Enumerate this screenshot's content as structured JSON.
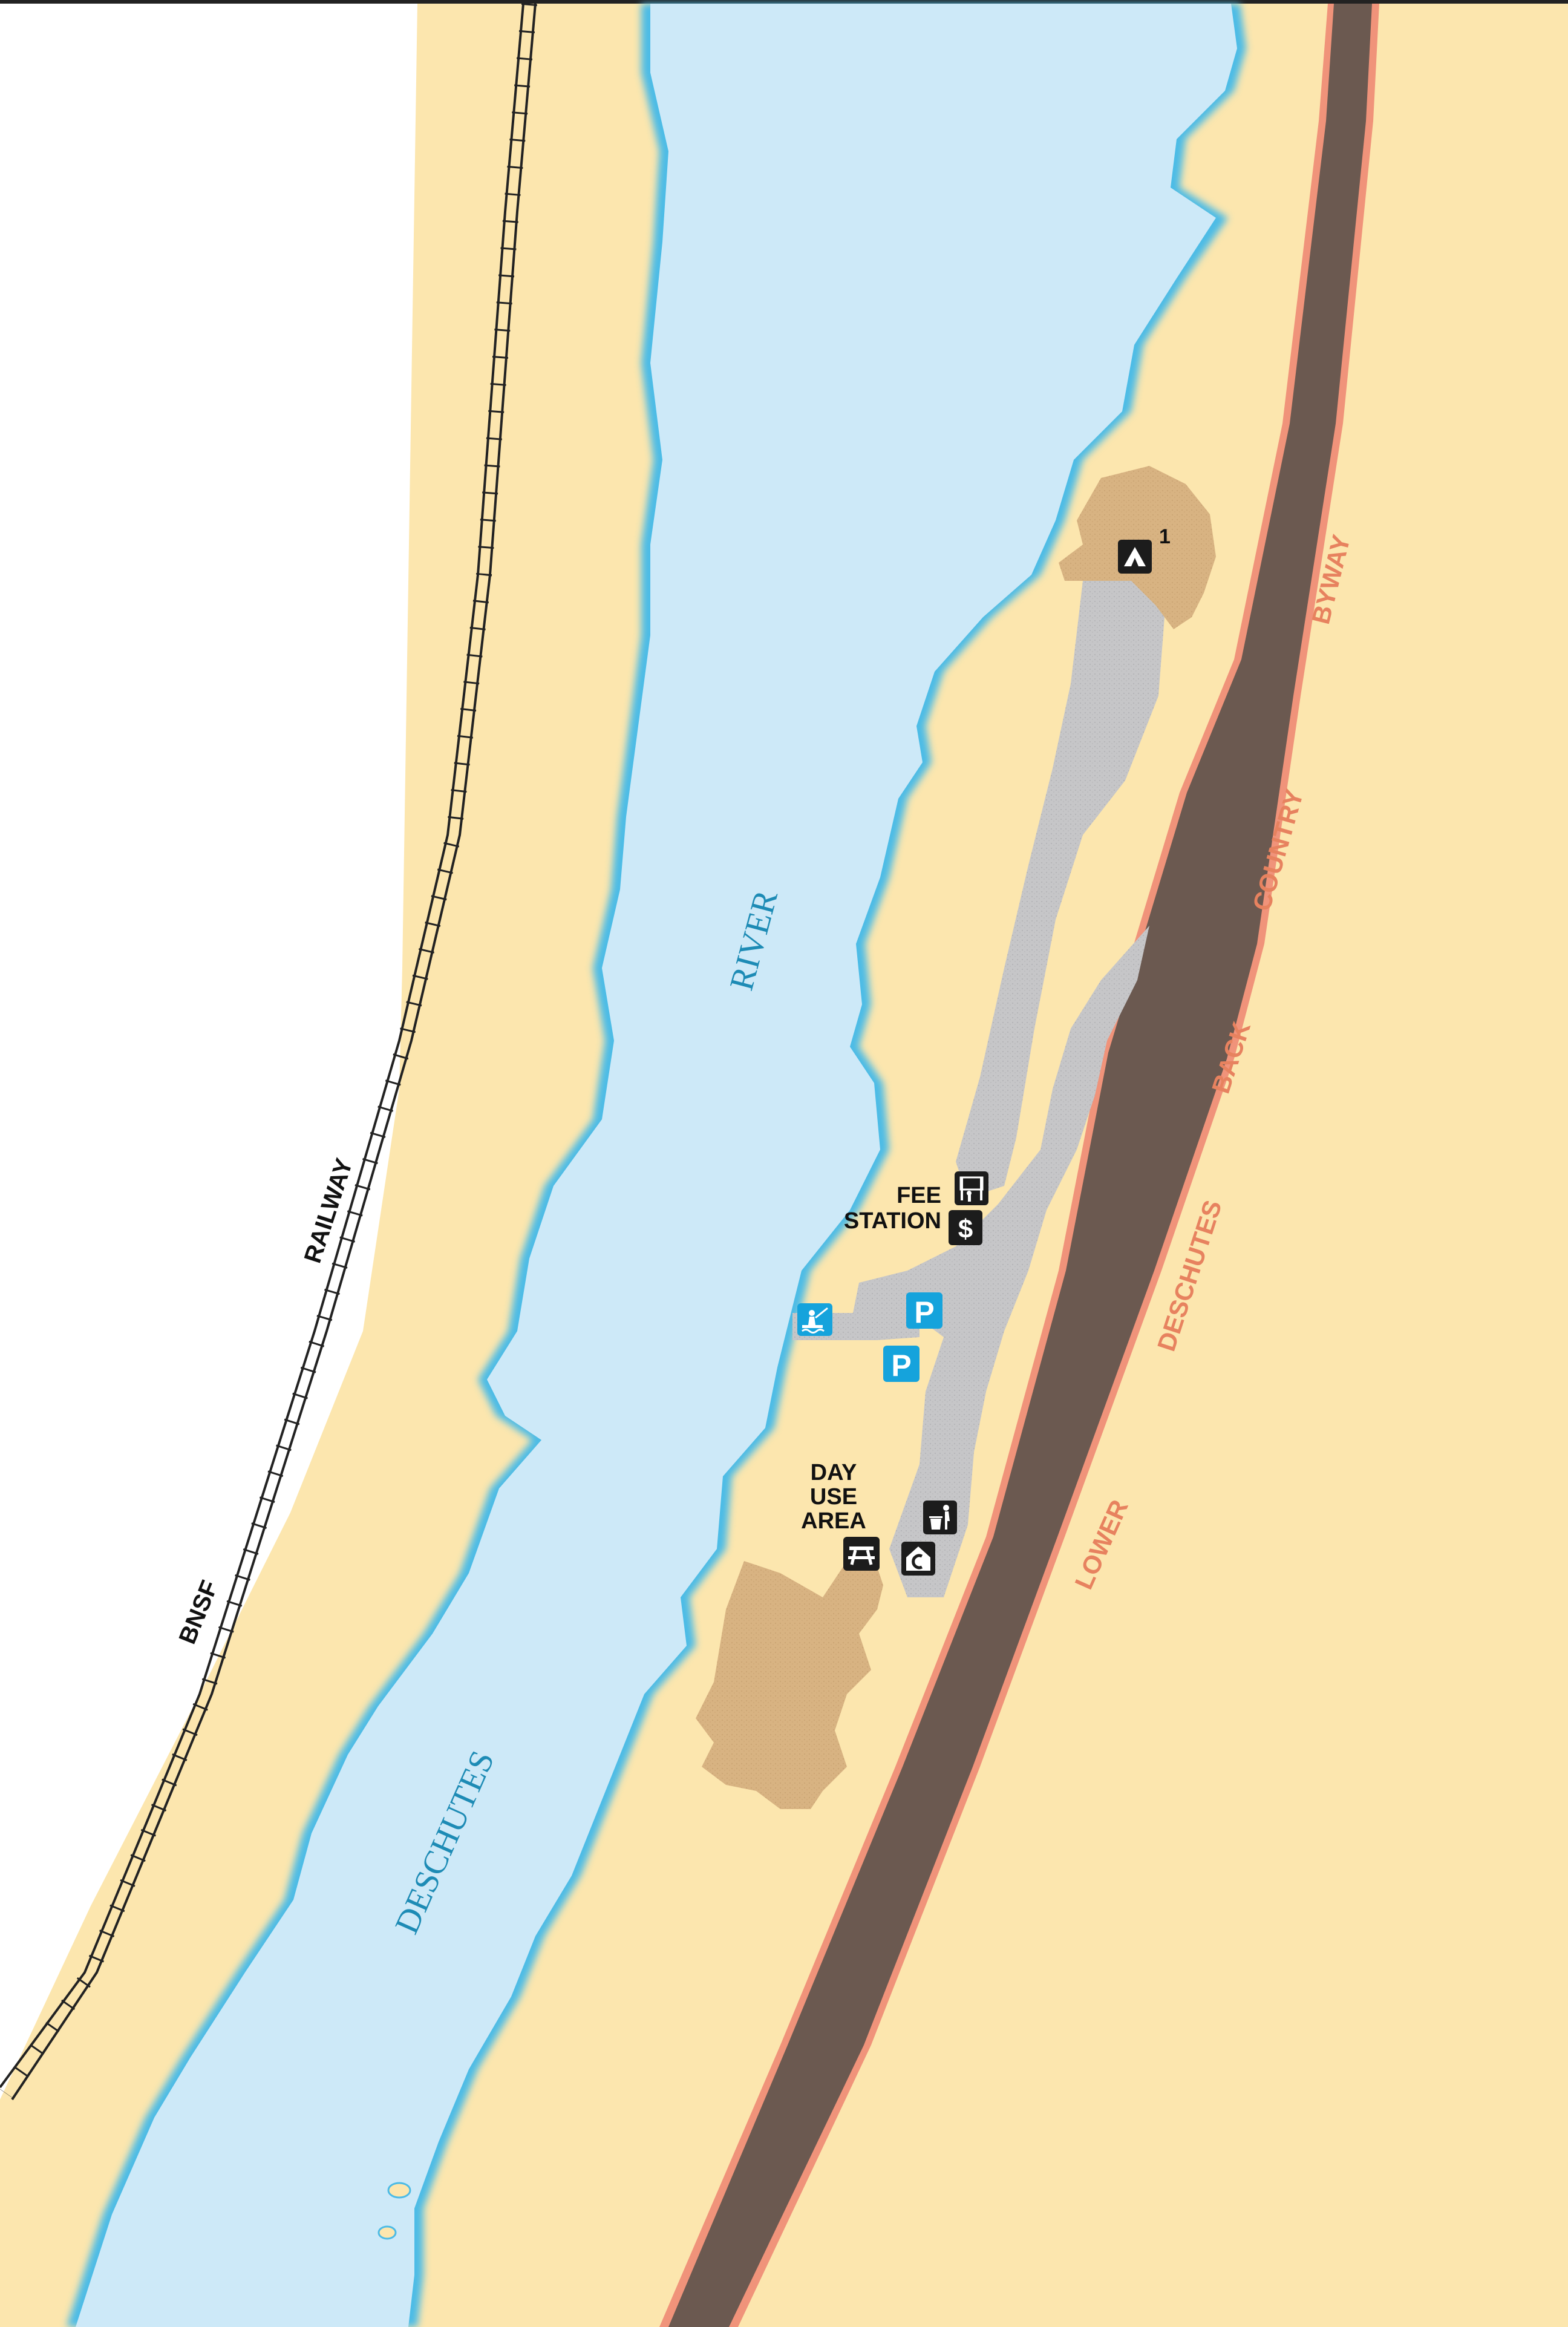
{
  "map": {
    "river_name_1": "DESCHUTES",
    "river_name_2": "RIVER",
    "railway_name_1": "BNSF",
    "railway_name_2": "RAILWAY",
    "byway_word_1": "LOWER",
    "byway_word_2": "DESCHUTES",
    "byway_word_3": "BACK",
    "byway_word_4": "COUNTRY",
    "byway_word_5": "BYWAY",
    "fee_station_line_1": "FEE",
    "fee_station_line_2": "STATION",
    "day_use_line_1": "DAY",
    "day_use_line_2": "USE",
    "day_use_line_3": "AREA",
    "campsite_number": "1"
  },
  "icons": [
    "campsite-icon",
    "information-board-icon",
    "dollar-fee-icon",
    "parking-icon",
    "fishing-access-icon",
    "picnic-table-icon",
    "trash-can-icon",
    "restroom-icon"
  ],
  "colors": {
    "land": "#fce6ae",
    "river": "#cde9f8",
    "river_edge": "#3fb1e0",
    "highway": "#6b5950",
    "highway_edge": "#f0937a",
    "road": "#c8c8ca",
    "campsite_area": "#d8b382",
    "label_byway": "#e7825f",
    "label_river": "#1d8bb5",
    "parking": "#15a3dc"
  }
}
